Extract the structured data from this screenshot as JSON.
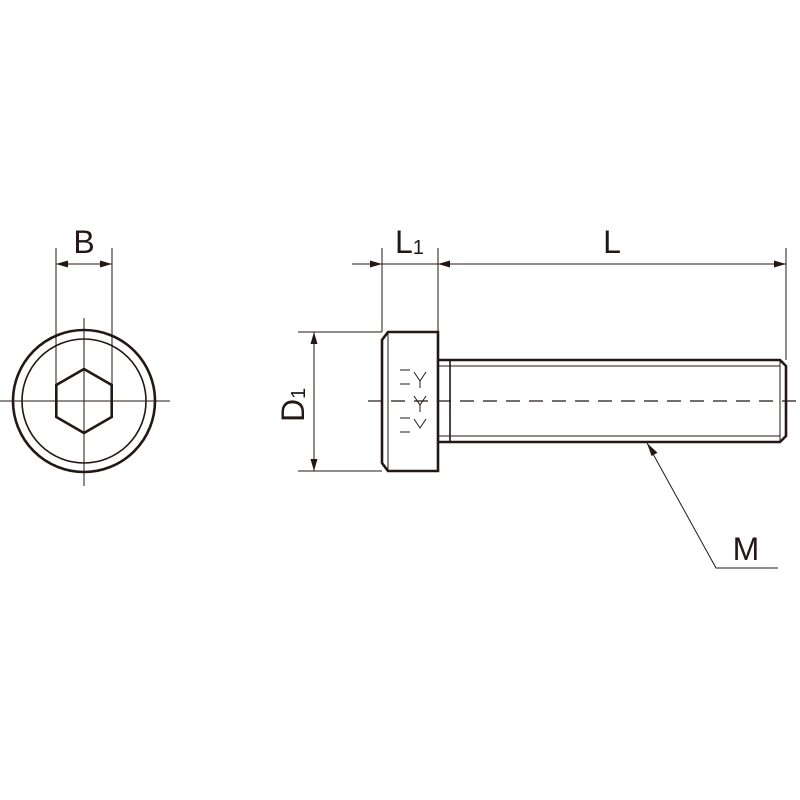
{
  "labels": {
    "b": "B",
    "l1_main": "L",
    "l1_sub": "1",
    "l": "L",
    "d1_main": "D",
    "d1_sub": "1",
    "m": "M"
  }
}
